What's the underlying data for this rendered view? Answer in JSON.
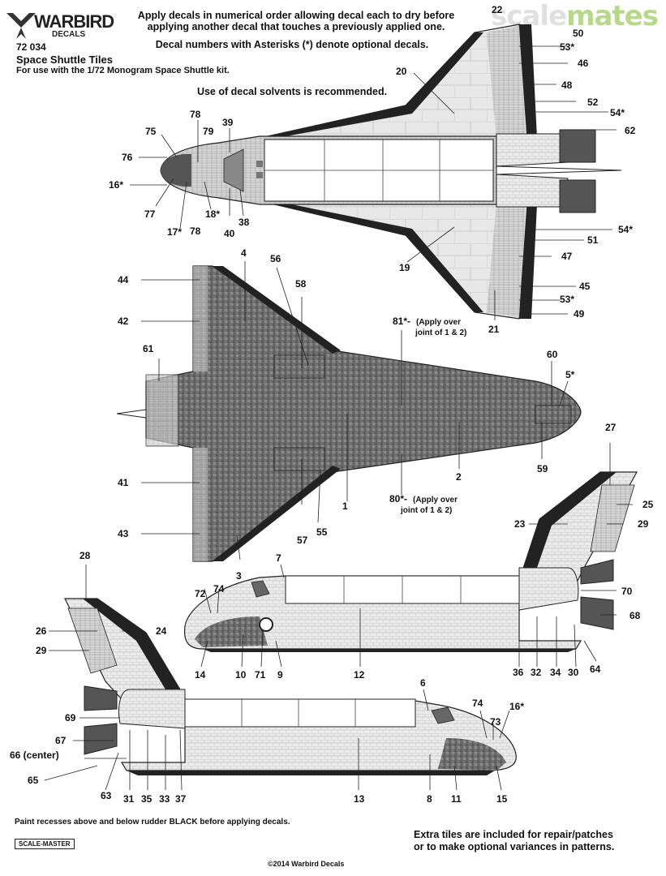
{
  "header": {
    "brand": "WARBIRD",
    "brand_sub": "DECALS",
    "code": "72 034",
    "kit_title": "Space Shuttle Tiles",
    "kit_subtitle": "For use with the 1/72 Monogram Space Shuttle kit.",
    "instruction_1": "Apply decals in numerical order allowing decal each to dry before",
    "instruction_2": "applying another decal that touches a previously applied one.",
    "instruction_3": "Decal numbers with Asterisks (*) denote optional decals.",
    "instruction_4": "Use of decal solvents is recommended."
  },
  "watermark": {
    "part_a": "scale",
    "part_b": "mates"
  },
  "top_view_labels": {
    "l22": "22",
    "l50": "50",
    "l53a": "53*",
    "l46": "46",
    "l20": "20",
    "l48": "48",
    "l52": "52",
    "l54a": "54*",
    "l62": "62",
    "l78a": "78",
    "l39": "39",
    "l75": "75",
    "l79": "79",
    "l76": "76",
    "l16": "16*",
    "l77": "77",
    "l17": "17*",
    "l78b": "78",
    "l18": "18*",
    "l40": "40",
    "l38": "38",
    "l54b": "54*",
    "l51": "51",
    "l19": "19",
    "l47": "47",
    "l45": "45",
    "l53b": "53*",
    "l21": "21",
    "l49": "49"
  },
  "bottom_view_labels": {
    "l4": "4",
    "l56": "56",
    "l44": "44",
    "l58": "58",
    "l42": "42",
    "l81": "81*-",
    "l81_note_1": "(Apply over",
    "l81_note_2": "joint of 1 & 2)",
    "l61": "61",
    "l60": "60",
    "l5": "5*",
    "l59": "59",
    "l2": "2",
    "l41": "41",
    "l80": "80*-",
    "l80_note_1": "(Apply over",
    "l80_note_2": "joint of 1 & 2)",
    "l1": "1",
    "l43": "43",
    "l57": "57",
    "l55": "55",
    "l3": "3"
  },
  "right_side_labels": {
    "l27": "27",
    "l25": "25",
    "l29": "29",
    "l23": "23",
    "l7": "7",
    "l72": "72",
    "l74": "74",
    "l70": "70",
    "l68": "68",
    "l14": "14",
    "l10": "10",
    "l71": "71",
    "l9": "9",
    "l12": "12",
    "l36": "36",
    "l32": "32",
    "l34": "34",
    "l30": "30",
    "l64": "64"
  },
  "left_side_labels": {
    "l28": "28",
    "l26": "26",
    "l24": "24",
    "l29": "29",
    "l6": "6",
    "l74": "74",
    "l16": "16*",
    "l73": "73",
    "l69": "69",
    "l67": "67",
    "l66": "66 (center)",
    "l65": "65",
    "l63": "63",
    "l31": "31",
    "l35": "35",
    "l33": "33",
    "l37": "37",
    "l13": "13",
    "l8": "8",
    "l11": "11",
    "l15": "15"
  },
  "footer": {
    "paint_note": "Paint recesses above and below rudder BLACK before applying decals.",
    "extra_1": "Extra tiles are included for repair/patches",
    "extra_2": "or to make optional variances in patterns.",
    "logo": "SCALE-MASTER",
    "copyright": "©2014 Warbird Decals"
  },
  "colors": {
    "tile_dark": "#6f6f6f",
    "tile_light": "#e6e6e6",
    "black": "#111111",
    "wm_green": "#b9d98a"
  }
}
